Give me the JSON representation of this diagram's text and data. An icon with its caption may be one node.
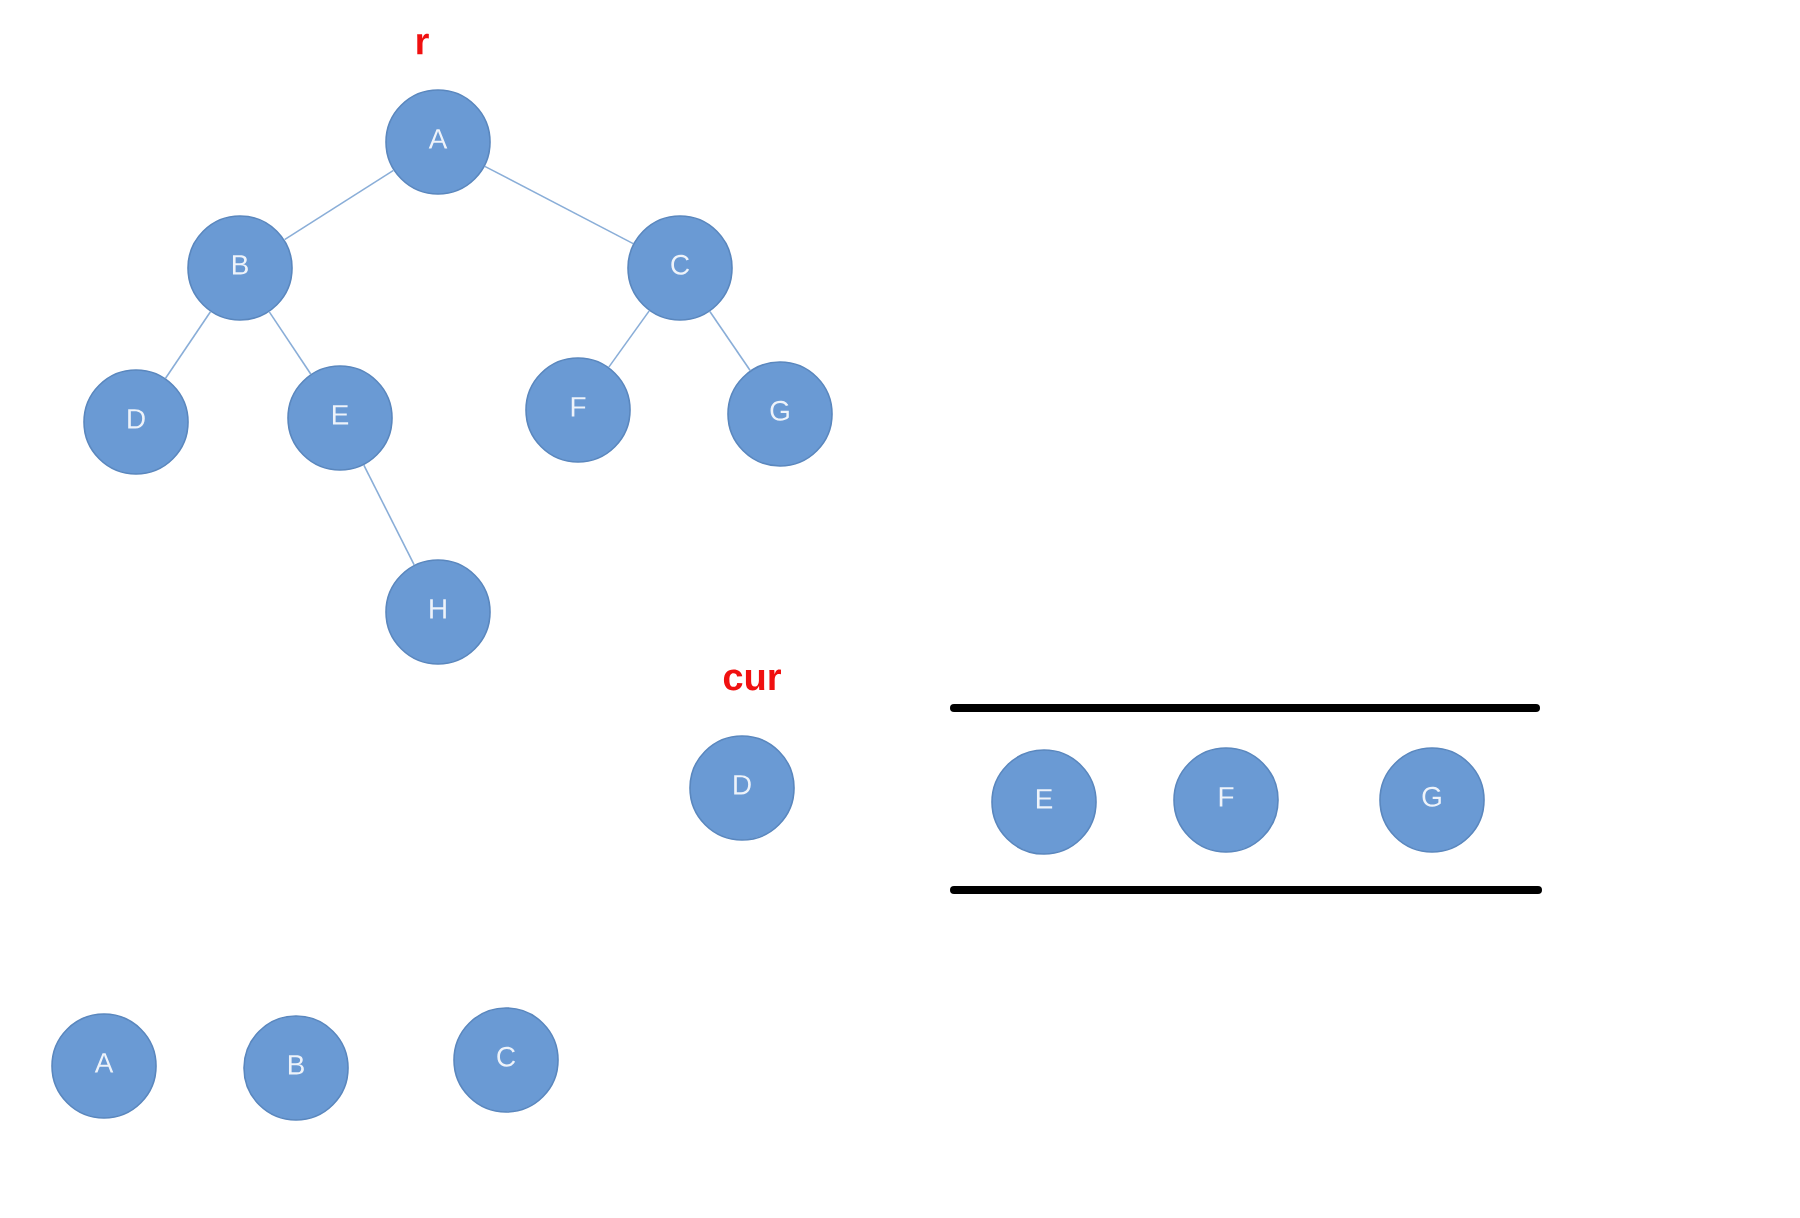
{
  "diagram": {
    "nodes": [
      {
        "text": [
          "A"
        ],
        "beside": [
          "r"
        ]
      },
      {
        "text": [
          "B"
        ]
      },
      {
        "text": [
          "C"
        ]
      },
      {
        "text": [
          "D"
        ]
      },
      {
        "text": [
          "E"
        ]
      },
      {
        "text": [
          "F"
        ]
      },
      {
        "text": [
          "G"
        ]
      },
      {
        "text": [
          "H"
        ]
      },
      {
        "text": [
          "D"
        ],
        "beside": [
          "cur"
        ]
      },
      {
        "text": [
          "E"
        ]
      },
      {
        "text": [
          "F"
        ]
      },
      {
        "text": [
          "G"
        ]
      },
      {
        "text": [
          "A"
        ]
      },
      {
        "text": [
          "B"
        ]
      },
      {
        "text": [
          "C"
        ]
      }
    ],
    "edges": [
      {
        "from": 0,
        "to": 1,
        "arrow": "none"
      },
      {
        "from": 0,
        "to": 2,
        "arrow": "none"
      },
      {
        "from": 1,
        "to": 3,
        "arrow": "none"
      },
      {
        "from": 1,
        "to": 4,
        "arrow": "none"
      },
      {
        "from": 2,
        "to": 5,
        "arrow": "none"
      },
      {
        "from": 2,
        "to": 6,
        "arrow": "none"
      },
      {
        "from": 4,
        "to": 7,
        "arrow": "none"
      }
    ]
  }
}
